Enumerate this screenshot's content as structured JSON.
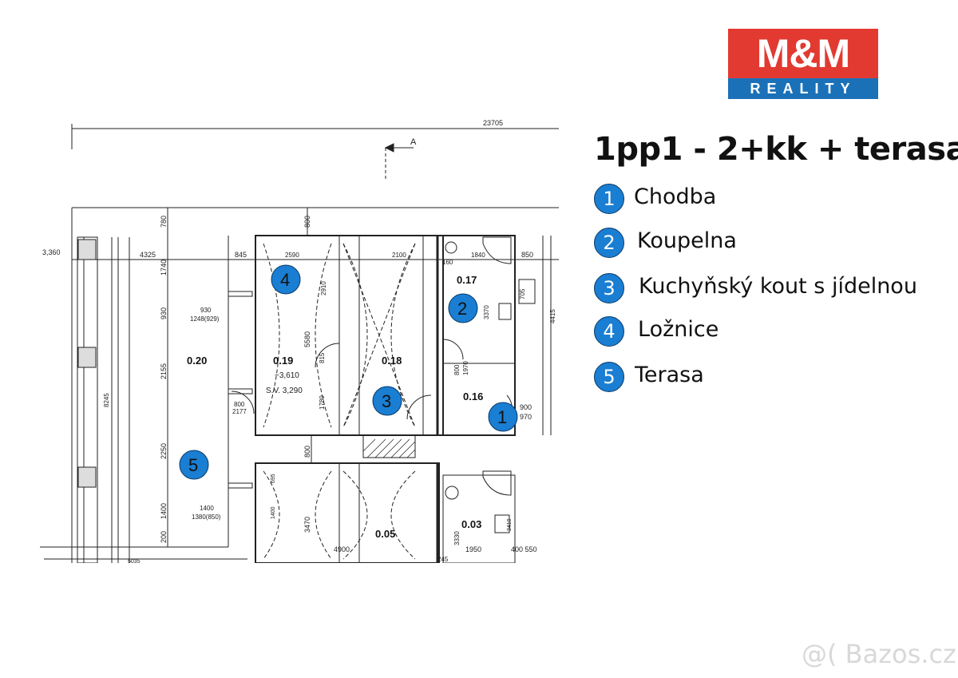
{
  "logo": {
    "top": "M&M",
    "bottom": "REALITY"
  },
  "title": "1pp1 - 2+kk + terasa",
  "legend": [
    {
      "num": "1",
      "label": "Chodba"
    },
    {
      "num": "2",
      "label": "Koupelna"
    },
    {
      "num": "3",
      "label": "Kuchyňský kout s jídelnou"
    },
    {
      "num": "4",
      "label": "Ložnice"
    },
    {
      "num": "5",
      "label": "Terasa"
    }
  ],
  "plan": {
    "dims": {
      "total_width": "23705",
      "section": "A",
      "d780": "780",
      "d800_top": "800",
      "level_left": "3,360",
      "d4325": "4325",
      "d845": "845",
      "d2590": "2590",
      "d2100": "2100",
      "d160": "160",
      "d1840": "1840",
      "d850": "850",
      "d1740": "1740",
      "d930_v": "930",
      "d930": "930",
      "d1248": "1248(929)",
      "d2910": "2910",
      "d5580": "5580",
      "d3370": "3370",
      "d705": "705",
      "d4415": "4415",
      "d2155": "2155",
      "d8245": "8245",
      "level_019": "−3,610",
      "sv": "S.V. 3,290",
      "d815": "815",
      "d800_1970": "800",
      "d1970": "1970",
      "d800_door": "800",
      "d2177": "2177",
      "d1780": "1780",
      "d900": "900",
      "d970": "970",
      "d800_mid": "800",
      "d2250": "2250",
      "d695": "695",
      "d1400_v": "1400",
      "d1400": "1400",
      "d1380": "1380(850)",
      "d3470": "3470",
      "d3330": "3330",
      "d3410": "3410",
      "d200": "200",
      "d4900": "4900",
      "d1950": "1950",
      "d400_550": "400 550",
      "d245": "245",
      "d5035": "5035"
    },
    "rooms": {
      "r020": "0.20",
      "r019": "0.19",
      "r018": "0.18",
      "r017": "0.17",
      "r016": "0.16",
      "r005": "0.05",
      "r003": "0.03"
    },
    "markers": [
      "4",
      "2",
      "3",
      "1",
      "5"
    ]
  },
  "watermark": "@( Bazos.cz",
  "colors": {
    "logo_red": "#e23a31",
    "logo_blue": "#1a71b8",
    "marker_blue": "#1a7ed3"
  }
}
